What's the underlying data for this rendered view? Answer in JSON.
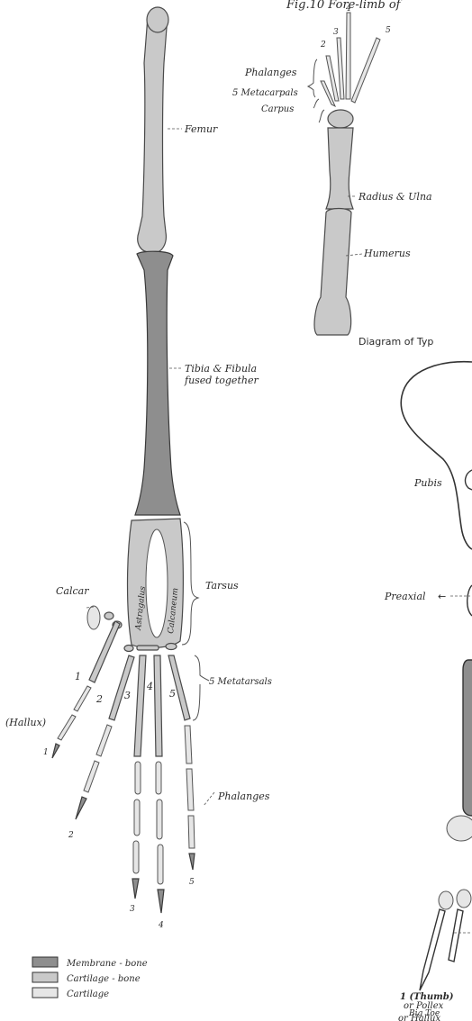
{
  "hindlimb": {
    "femur": "Femur",
    "tibia_fibula_1": "Tibia & Fibula",
    "tibia_fibula_2": "fused together",
    "tarsus": "Tarsus",
    "astragalus": "Astragalus",
    "calcaneum": "Calcaneum",
    "calcar": "Calcar",
    "metatarsals": "5 Metatarsals",
    "phalanges": "Phalanges",
    "hallux": "(Hallux)",
    "digit_numbers": [
      "1",
      "2",
      "3",
      "4",
      "5"
    ]
  },
  "forelimb": {
    "fig_title": "Fig.10 Fore-limb of",
    "phalanges": "Phalanges",
    "metacarpals": "5 Metacarpals",
    "carpus": "Carpus",
    "radius_ulna": "Radius & Ulna",
    "humerus": "Humerus",
    "digit_numbers": [
      "2",
      "3",
      "4",
      "5"
    ]
  },
  "type_diagram": {
    "title": "Diagram of Typ",
    "pubis": "Pubis",
    "preaxial": "Preaxial",
    "arrow": "←",
    "thumb_line1": "1 (Thumb)",
    "thumb_line2": "or Pollex",
    "thumb_line3": "Big Toe",
    "thumb_line4": "or Hallux"
  },
  "legend": {
    "items": [
      {
        "label": "Membrane - bone",
        "color": "#8e8e8e"
      },
      {
        "label": "Cartilage - bone",
        "color": "#c9c9c9"
      },
      {
        "label": "Cartilage",
        "color": "#e6e6e6"
      }
    ]
  }
}
